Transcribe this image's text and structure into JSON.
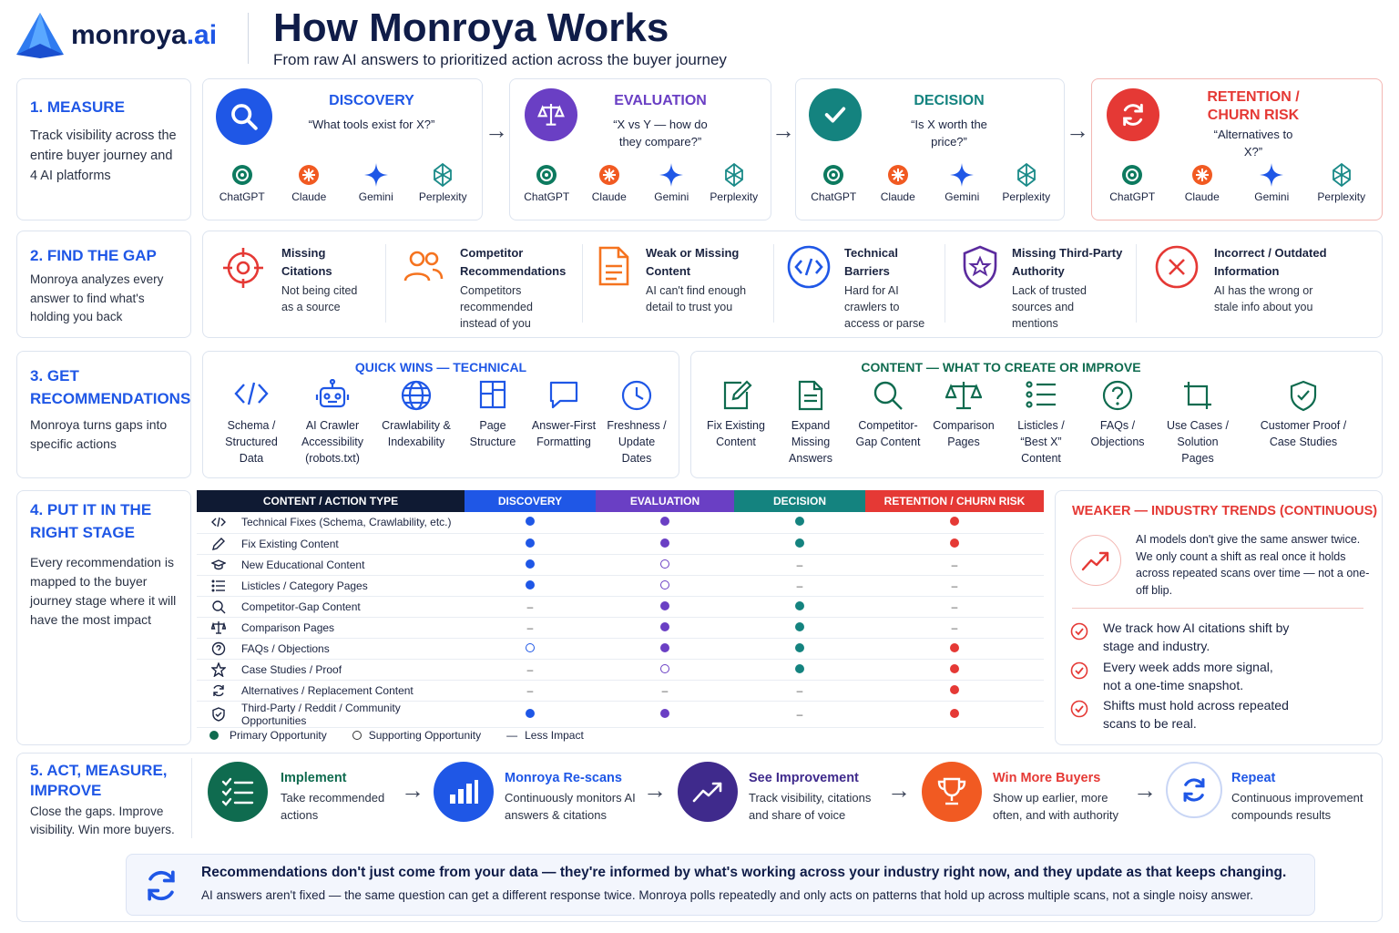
{
  "brand": {
    "name_main": "monroya",
    "name_ext": ".ai"
  },
  "header": {
    "title": "How Monroya Works",
    "subtitle": "From raw AI answers to prioritized action across the buyer journey"
  },
  "steps": [
    {
      "title": "1. MEASURE",
      "desc": "Track visibility across the entire buyer journey and 4 AI platforms"
    },
    {
      "title": "2. FIND THE GAP",
      "desc": "Monroya analyzes every answer to find what's holding you back"
    },
    {
      "title": "3. GET RECOMMENDATIONS",
      "desc": "Monroya turns gaps into specific actions"
    },
    {
      "title": "4. PUT IT IN THE RIGHT STAGE",
      "desc": "Every recommendation is mapped to the buyer journey stage where it will have the most impact"
    },
    {
      "title": "5. ACT, MEASURE, IMPROVE",
      "desc": "Close the gaps. Improve visibility. Win more buyers."
    }
  ],
  "platforms": [
    "ChatGPT",
    "Claude",
    "Gemini",
    "Perplexity"
  ],
  "stages": [
    {
      "title": "DISCOVERY",
      "question": "“What tools exist for X?”",
      "color": "#1f57e6"
    },
    {
      "title": "EVALUATION",
      "question": "“X vs Y — how do they compare?”",
      "color": "#6a3fc4"
    },
    {
      "title": "DECISION",
      "question": "“Is X worth the price?”",
      "color": "#14837f"
    },
    {
      "title": "RETENTION / CHURN RISK",
      "question": "“Alternatives to X?”",
      "color": "#e53935"
    }
  ],
  "gaps": [
    {
      "title": "Missing Citations",
      "desc": "Not being cited as a source",
      "icon": "target-icon"
    },
    {
      "title": "Competitor Recommendations",
      "desc": "Competitors recommended instead of you",
      "icon": "people-icon"
    },
    {
      "title": "Weak or Missing Content",
      "desc": "AI can't find enough detail to trust you",
      "icon": "document-icon"
    },
    {
      "title": "Technical Barriers",
      "desc": "Hard for AI crawlers to access or parse",
      "icon": "code-icon"
    },
    {
      "title": "Missing Third-Party Authority",
      "desc": "Lack of trusted sources and mentions",
      "icon": "shield-star-icon"
    },
    {
      "title": "Incorrect / Outdated Information",
      "desc": "AI has the wrong or stale info about you",
      "icon": "x-circle-icon"
    }
  ],
  "recommendations": {
    "technical_title": "QUICK WINS — TECHNICAL",
    "technical": [
      "Schema / Structured Data",
      "AI Crawler Accessibility (robots.txt)",
      "Crawlability & Indexability",
      "Page Structure",
      "Answer-First Formatting",
      "Freshness / Update Dates"
    ],
    "content_title": "CONTENT — WHAT TO CREATE OR IMPROVE",
    "content": [
      "Fix Existing Content",
      "Expand Missing Answers",
      "Competitor-Gap Content",
      "Comparison Pages",
      "Listicles / “Best X” Content",
      "FAQs / Objections",
      "Use Cases / Solution Pages",
      "Customer Proof / Case Studies"
    ]
  },
  "matrix": {
    "headers": [
      "CONTENT / ACTION TYPE",
      "DISCOVERY",
      "EVALUATION",
      "DECISION",
      "RETENTION / CHURN RISK"
    ],
    "rows": [
      {
        "label": "Technical Fixes (Schema, Crawlability, etc.)",
        "icon": "code-icon",
        "v": [
          "P",
          "P",
          "P",
          "P"
        ]
      },
      {
        "label": "Fix Existing Content",
        "icon": "pencil-icon",
        "v": [
          "P",
          "P",
          "P",
          "P"
        ]
      },
      {
        "label": "New Educational Content",
        "icon": "graduation-cap-icon",
        "v": [
          "P",
          "S",
          "L",
          "L"
        ]
      },
      {
        "label": "Listicles / Category Pages",
        "icon": "list-icon",
        "v": [
          "P",
          "S",
          "L",
          "L"
        ]
      },
      {
        "label": "Competitor-Gap Content",
        "icon": "search-icon",
        "v": [
          "L",
          "P",
          "P",
          "L"
        ]
      },
      {
        "label": "Comparison Pages",
        "icon": "scale-icon",
        "v": [
          "L",
          "P",
          "P",
          "L"
        ]
      },
      {
        "label": "FAQs / Objections",
        "icon": "question-icon",
        "v": [
          "S",
          "P",
          "P",
          "P"
        ]
      },
      {
        "label": "Case Studies / Proof",
        "icon": "star-icon",
        "v": [
          "L",
          "S",
          "P",
          "P"
        ]
      },
      {
        "label": "Alternatives / Replacement Content",
        "icon": "refresh-icon",
        "v": [
          "L",
          "L",
          "L",
          "P"
        ]
      },
      {
        "label": "Third-Party / Reddit / Community Opportunities",
        "icon": "shield-icon",
        "v": [
          "P",
          "P",
          "L",
          "P"
        ]
      }
    ],
    "legend": {
      "primary": "Primary Opportunity",
      "supporting": "Supporting Opportunity",
      "less": "Less Impact"
    }
  },
  "trends": {
    "title": "WEAKER — INDUSTRY TRENDS (CONTINUOUS)",
    "intro": "AI models don't give the same answer twice. We only count a shift as real once it holds across repeated scans over time — not a one-off blip.",
    "points": [
      "We track how AI citations shift by stage and industry.",
      "Every week adds more signal, not a one-time snapshot.",
      "Shifts must hold across repeated scans to be real."
    ]
  },
  "flow": [
    {
      "title": "Implement",
      "desc": "Take recommended actions",
      "color": "#0f6b4f"
    },
    {
      "title": "Monroya Re-scans",
      "desc": "Continuously monitors AI answers & citations",
      "color": "#1f57e6"
    },
    {
      "title": "See Improvement",
      "desc": "Track visibility, citations and share of voice",
      "color": "#3f2a8c"
    },
    {
      "title": "Win More Buyers",
      "desc": "Show up earlier, more often, and with authority",
      "color": "#e53935"
    },
    {
      "title": "Repeat",
      "desc": "Continuous improvement compounds results",
      "color": "#1f57e6"
    }
  ],
  "banner": {
    "headline": "Recommendations don't just come from your data — they're informed by what's working across your industry right now, and they update as that keeps changing.",
    "body": "AI answers aren't fixed — the same question can get a different response twice. Monroya polls repeatedly and only acts on patterns that hold up across multiple scans, not a single noisy answer."
  }
}
